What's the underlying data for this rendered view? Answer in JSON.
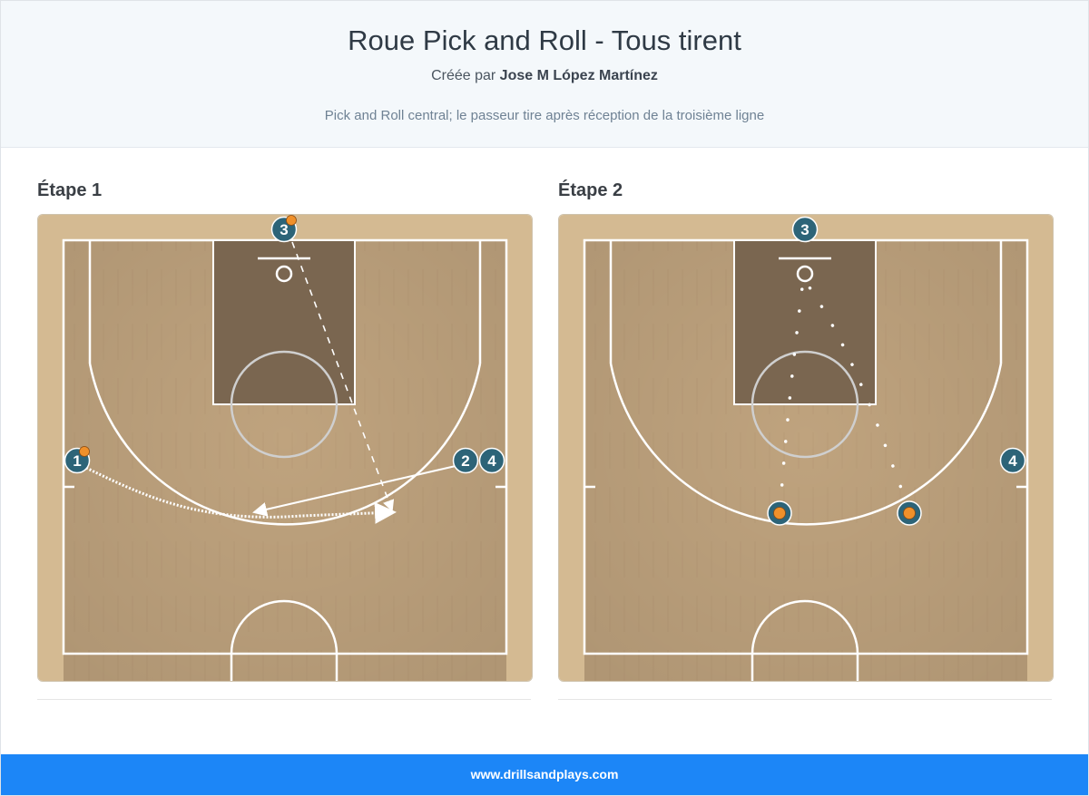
{
  "header": {
    "title": "Roue Pick and Roll - Tous tirent",
    "author_prefix": "Créée par",
    "author_name": "Jose M López Martínez",
    "description": "Pick and Roll central; le passeur tire après réception de la troisième ligne"
  },
  "steps": [
    {
      "title": "Étape 1",
      "players": [
        "3",
        "1",
        "2",
        "4"
      ]
    },
    {
      "title": "Étape 2",
      "players": [
        "3",
        "4"
      ]
    }
  ],
  "footer": {
    "link": "www.drillsandplays.com"
  },
  "colors": {
    "court": "#bfa37e",
    "paint": "#7a6650",
    "player": "#2d6478",
    "ball": "#f0902a",
    "footer": "#1c86f7"
  }
}
